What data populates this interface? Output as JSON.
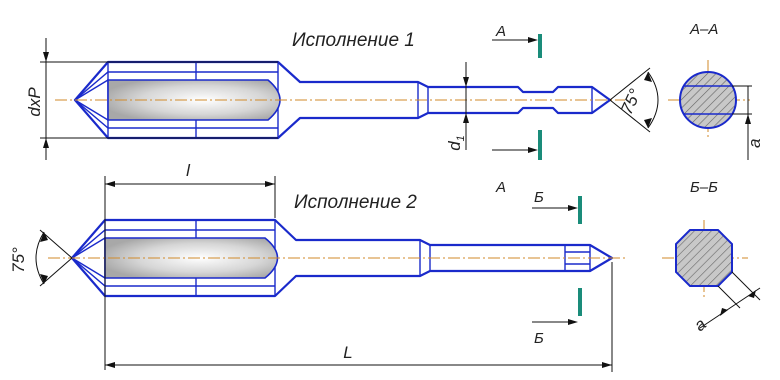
{
  "labels": {
    "variant1": "Исполнение 1",
    "variant2": "Исполнение 2",
    "section_aa": "А–А",
    "section_bb": "Б–Б",
    "cut_a": "А",
    "cut_b": "Б",
    "dim_dxP": "dxP",
    "dim_d1": "d",
    "dim_d1_sub": "1",
    "dim_l": "l",
    "dim_L": "L",
    "dim_a": "a",
    "angle": "75°"
  },
  "colors": {
    "outline": "#1a2acb",
    "cut_line": "#1a8c7a",
    "axis": "#d08a2a"
  }
}
